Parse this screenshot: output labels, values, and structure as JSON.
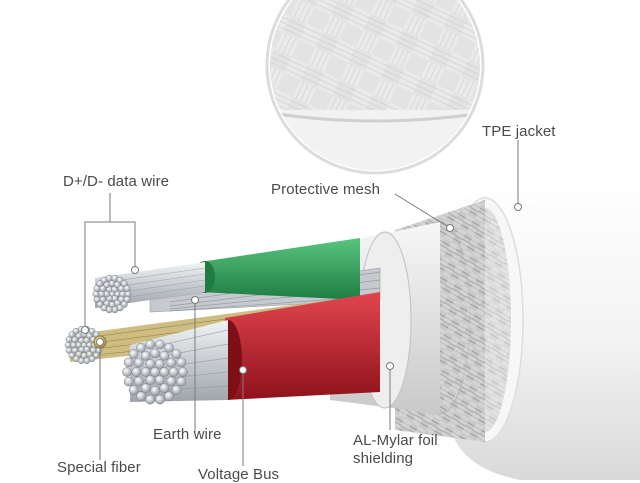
{
  "labels": {
    "tpe_jacket": "TPE jacket",
    "protective_mesh": "Protective mesh",
    "data_wire": "D+/D- data wire",
    "earth_wire": "Earth wire",
    "al_mylar": "AL-Mylar foil shielding",
    "special_fiber": "Special fiber",
    "voltage_bus": "Voltage Bus"
  },
  "colors": {
    "jacket": "#f2f2f2",
    "green_insulation": "#2fa05a",
    "red_insulation": "#c8202e",
    "copper_strand": "#cfd3d7",
    "fiber_core": "#b8a15a",
    "label_text": "#4a4a4a",
    "leader_line": "#7a7a7a"
  }
}
